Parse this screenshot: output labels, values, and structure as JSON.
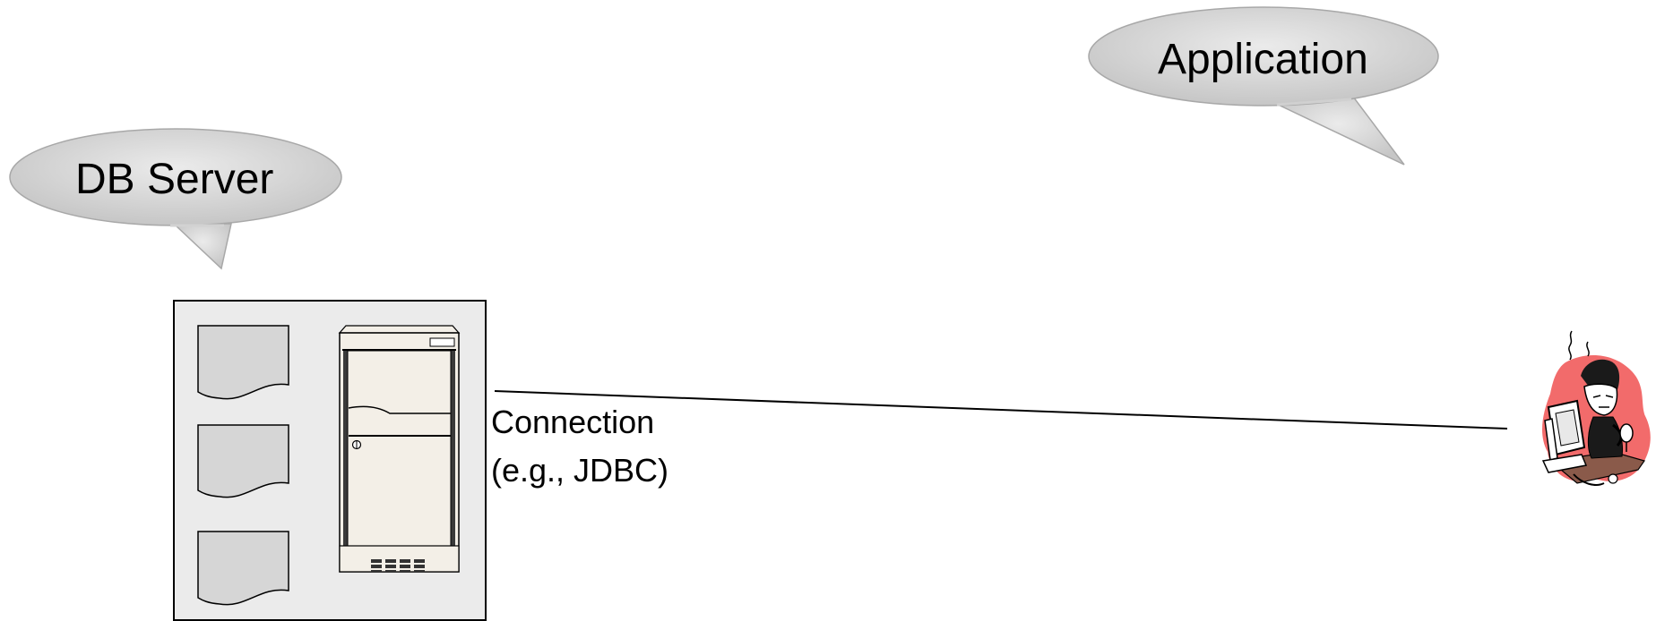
{
  "diagram": {
    "db_bubble": {
      "label": "DB Server"
    },
    "app_bubble": {
      "label": "Application"
    },
    "connection": {
      "line1": "Connection",
      "line2": "(e.g., JDBC)"
    },
    "colors": {
      "bubble_fill": "#d4d4d4",
      "server_box_fill": "#ebebeb",
      "document_fill": "#d6d6d6",
      "cabinet_fill": "#f3efe7",
      "person_bg": "#f26b6b",
      "desk": "#8a5a4a"
    },
    "icons": [
      "document-icon",
      "server-cabinet-icon",
      "user-at-computer-icon"
    ]
  }
}
